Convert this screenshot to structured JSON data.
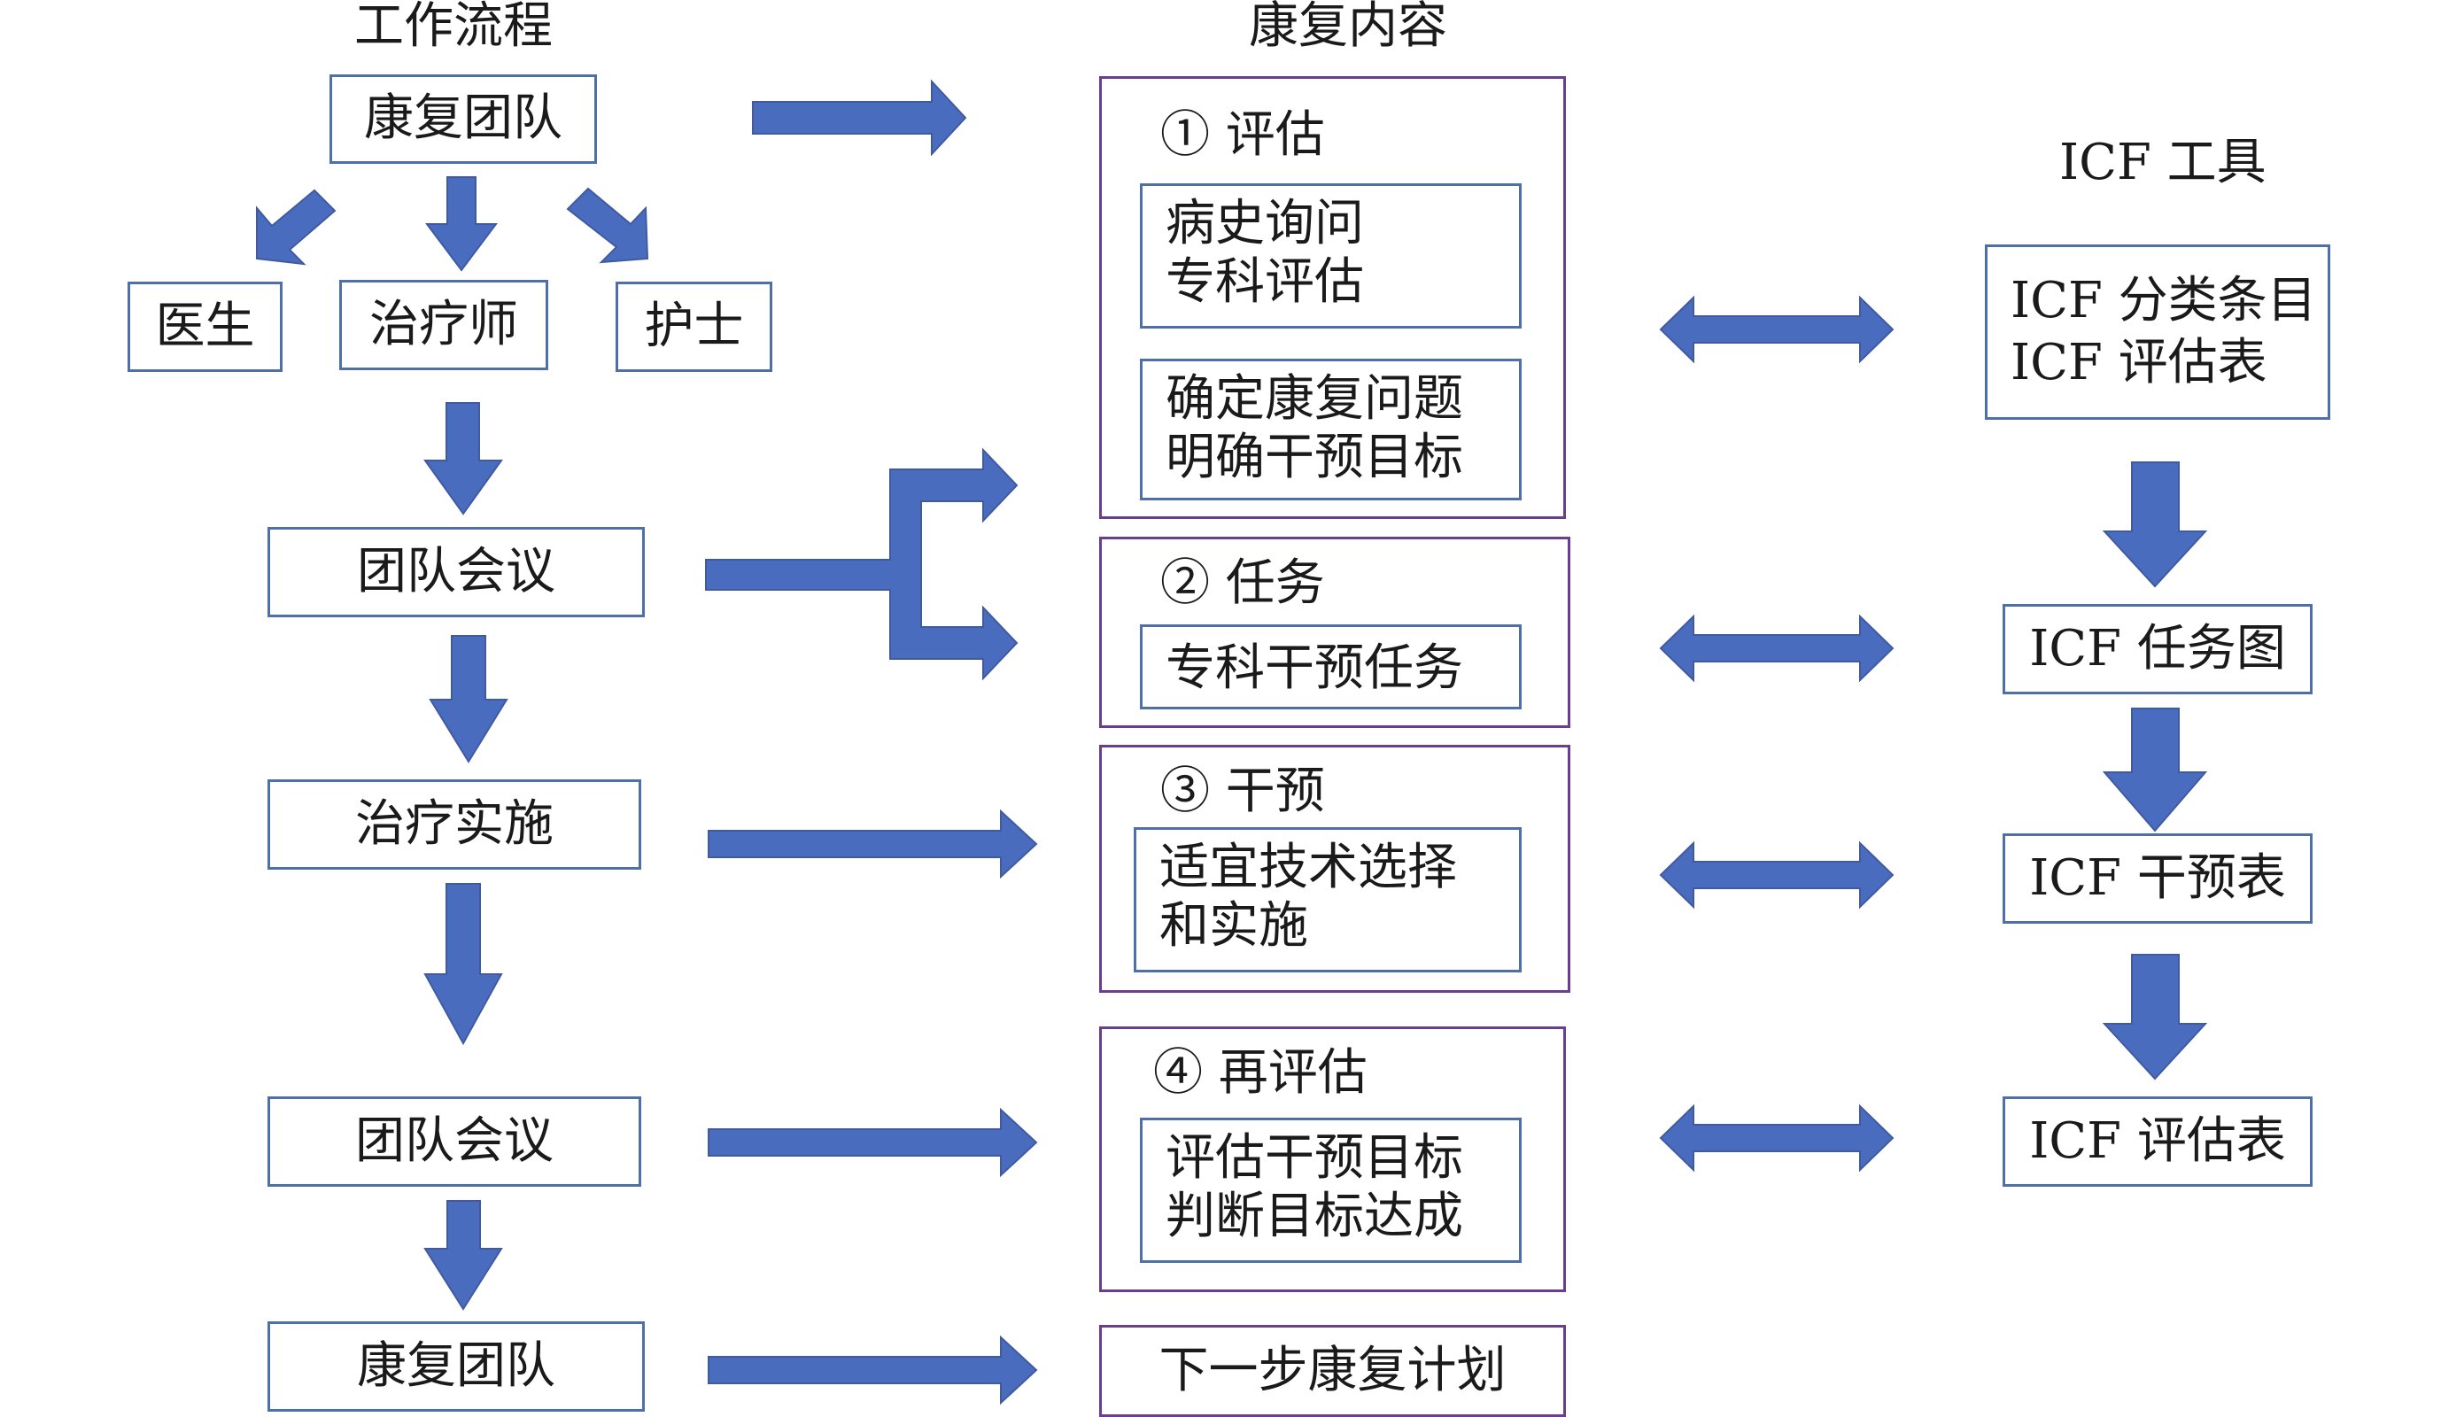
{
  "headers": {
    "workflow": "工作流程",
    "content": "康复内容",
    "tools": "ICF 工具"
  },
  "workflow": {
    "team_top": "康复团队",
    "doctor": "医生",
    "therapist": "治疗师",
    "nurse": "护士",
    "meeting_1": "团队会议",
    "treatment": "治疗实施",
    "meeting_2": "团队会议",
    "team_bottom": "康复团队"
  },
  "content": {
    "assess": {
      "title": "① 评估",
      "box1": [
        "病史询问",
        "专科评估"
      ],
      "box2": [
        "确定康复问题",
        "明确干预目标"
      ]
    },
    "task": {
      "title": "② 任务",
      "box1": [
        "专科干预任务"
      ]
    },
    "intervene": {
      "title": "③ 干预",
      "box1": [
        "适宜技术选择",
        "和实施"
      ]
    },
    "reassess": {
      "title": "④ 再评估",
      "box1": [
        "评估干预目标",
        "判断目标达成"
      ]
    },
    "next_plan": "下一步康复计划"
  },
  "tools": {
    "classification": [
      "ICF 分类条目",
      "ICF 评估表"
    ],
    "task_map": "ICF 任务图",
    "intervention_table": "ICF 干预表",
    "assessment_table": "ICF 评估表"
  },
  "colors": {
    "arrow_fill": "#4a6cbf",
    "arrow_stroke": "#3f5aa0",
    "box_border": "#4e6fa8",
    "panel_border": "#6a3d8f"
  }
}
